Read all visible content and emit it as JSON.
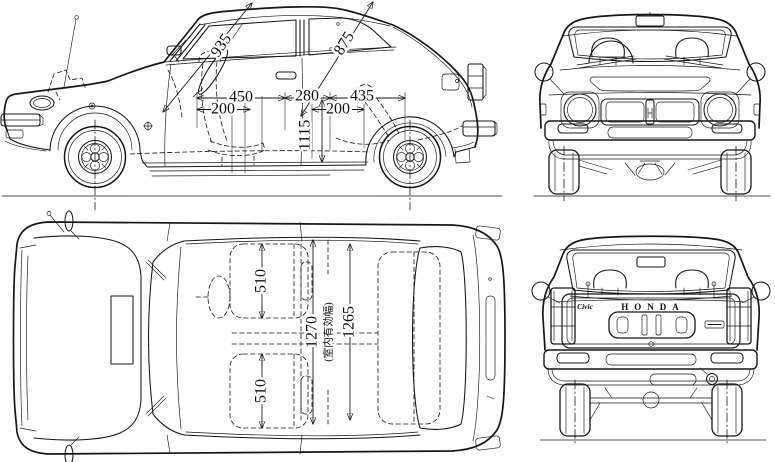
{
  "page": {
    "background": "#ffffff",
    "ink": "#161616"
  },
  "side_view": {
    "dims": {
      "d935": "935",
      "d875": "875",
      "d450": "450",
      "d280": "280",
      "d435": "435",
      "d200_front": "200",
      "d200_rear": "200",
      "d1115": "1115"
    }
  },
  "top_view": {
    "dims": {
      "d510_front": "510",
      "d510_rear": "510",
      "d1270": "1270",
      "d1270_note": "(室内有効幅)",
      "d1265": "1265"
    }
  },
  "rear_view": {
    "badges": {
      "brand": "HONDA",
      "model": "Civic"
    }
  }
}
